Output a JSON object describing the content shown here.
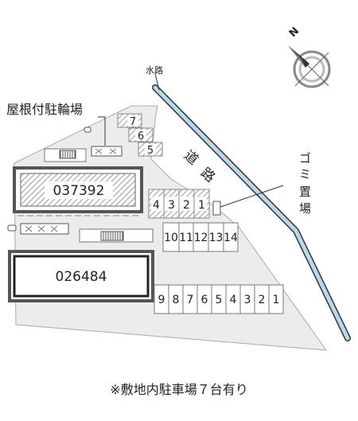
{
  "map": {
    "labels": {
      "waterway": "水路",
      "bicycle_parking": "屋根付駐輪場",
      "garbage_chars": [
        "ゴ",
        "ミ",
        "置",
        "場"
      ],
      "road_chars": [
        "道",
        "路"
      ]
    },
    "buildings": [
      {
        "id": "037392"
      },
      {
        "id": "026484"
      }
    ],
    "parking_groups": [
      {
        "group": "north-diagonal",
        "spaces": [
          "7",
          "6",
          "5"
        ]
      },
      {
        "group": "center-hatched",
        "spaces": [
          "4",
          "3",
          "2",
          "1"
        ]
      },
      {
        "group": "east-row",
        "spaces": [
          "10",
          "11",
          "12",
          "13",
          "14"
        ]
      },
      {
        "group": "south-row",
        "spaces": [
          "9",
          "8",
          "7",
          "6",
          "5",
          "4",
          "3",
          "2",
          "1"
        ]
      }
    ],
    "compass": {
      "icon": "compass-north-icon",
      "letter": "N"
    }
  },
  "footnote": "※敷地内駐車場７台有り",
  "colors": {
    "lot": "#ececec",
    "building_border": "#555555",
    "hatch": "#9a9a9a",
    "waterway": "#b9d9ea",
    "line": "#333333"
  }
}
